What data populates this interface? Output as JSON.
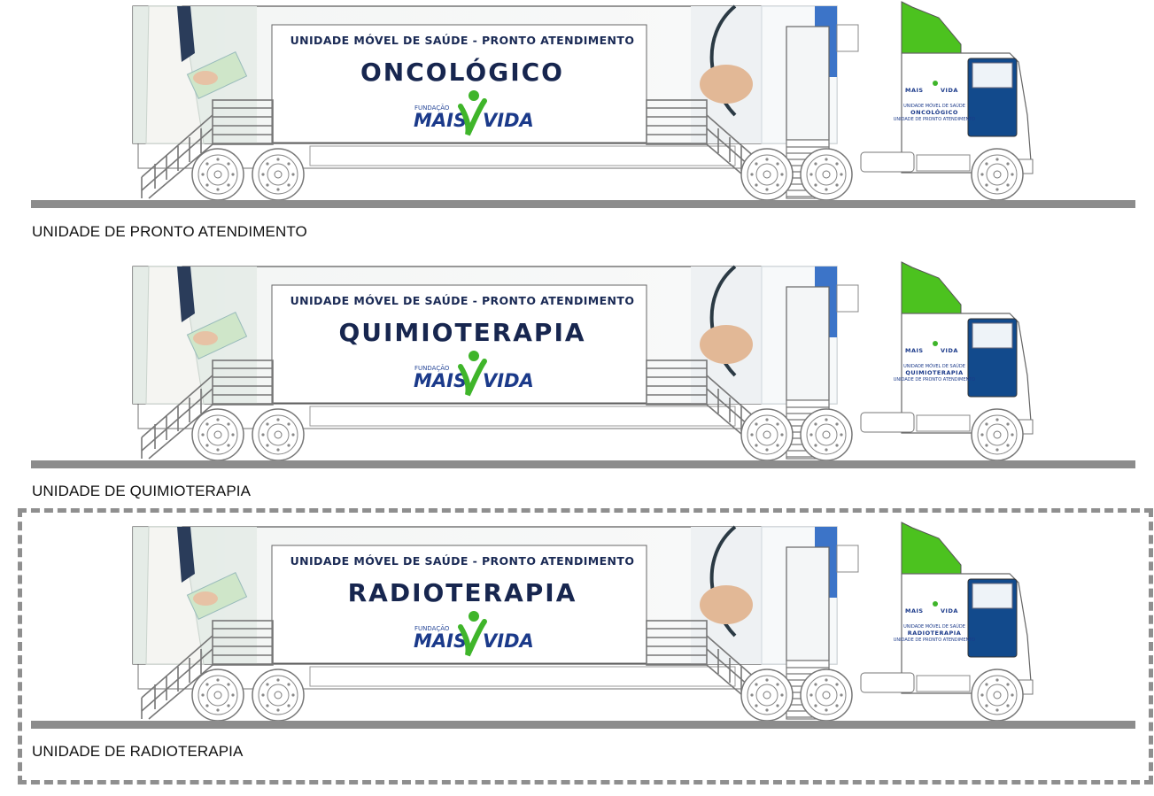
{
  "units": [
    {
      "banner_subtitle": "UNIDADE MÓVEL DE SAÚDE - PRONTO ATENDIMENTO",
      "banner_title": "ONCOLÓGICO",
      "caption": "UNIDADE DE PRONTO ATENDIMENTO",
      "highlighted": false
    },
    {
      "banner_subtitle": "UNIDADE MÓVEL DE SAÚDE - PRONTO ATENDIMENTO",
      "banner_title": "QUIMIOTERAPIA",
      "caption": "UNIDADE DE QUIMIOTERAPIA",
      "highlighted": false
    },
    {
      "banner_subtitle": "UNIDADE MÓVEL DE SAÚDE - PRONTO ATENDIMENTO",
      "banner_title": "RADIOTERAPIA",
      "caption": "UNIDADE DE RADIOTERAPIA",
      "highlighted": true
    }
  ],
  "logo": {
    "small": "FUNDAÇÃO",
    "left": "MAIS",
    "right": "VIDA"
  },
  "cab": {
    "line1": "UNIDADE MÓVEL DE SAÚDE",
    "line3": "UNIDADE DE PRONTO ATENDIMENTO"
  },
  "colors": {
    "cab_green": "#4cc21f",
    "door_blue": "#124a8c",
    "ground": "#8c8c8c",
    "title_navy": "#17264f",
    "logo_green": "#3fb52a"
  }
}
